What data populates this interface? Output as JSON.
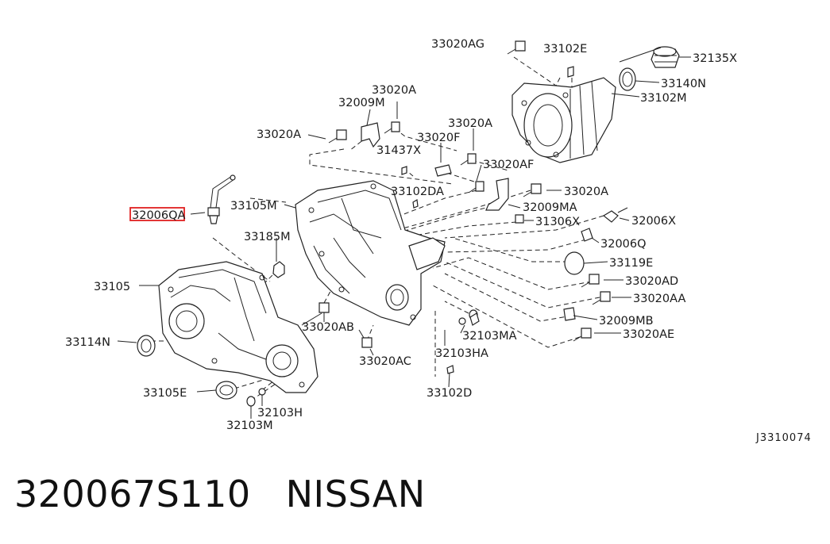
{
  "diagram": {
    "ref_code": "J3310074",
    "highlighted_part": "32006QA",
    "labels": {
      "p33020AG": "33020AG",
      "p33102E": "33102E",
      "p32135X": "32135X",
      "p33140N": "33140N",
      "p33102M": "33102M",
      "p33020A_top": "33020A",
      "p32009M": "32009M",
      "p33020A_left": "33020A",
      "p33020F": "33020F",
      "p33020A_mid": "33020A",
      "p31437X": "31437X",
      "p33020AF": "33020AF",
      "p33020A_right": "33020A",
      "p33102DA": "33102DA",
      "p32009MA": "32009MA",
      "p31306X": "31306X",
      "p32006X": "32006X",
      "p32006Q": "32006Q",
      "p33105M": "33105M",
      "p32006QA": "32006QA",
      "p33185M": "33185M",
      "p33119E": "33119E",
      "p33105": "33105",
      "p33020AD": "33020AD",
      "p33020AA": "33020AA",
      "p32009MB": "32009MB",
      "p33020AB": "33020AB",
      "p32103MA": "32103MA",
      "p33020AE": "33020AE",
      "p33114N": "33114N",
      "p32103HA": "32103HA",
      "p33020AC": "33020AC",
      "p33105E": "33105E",
      "p33102D": "33102D",
      "p32103H": "32103H",
      "p32103M": "32103M"
    }
  },
  "caption": {
    "part_number": "320067S110",
    "brand": "NISSAN"
  }
}
